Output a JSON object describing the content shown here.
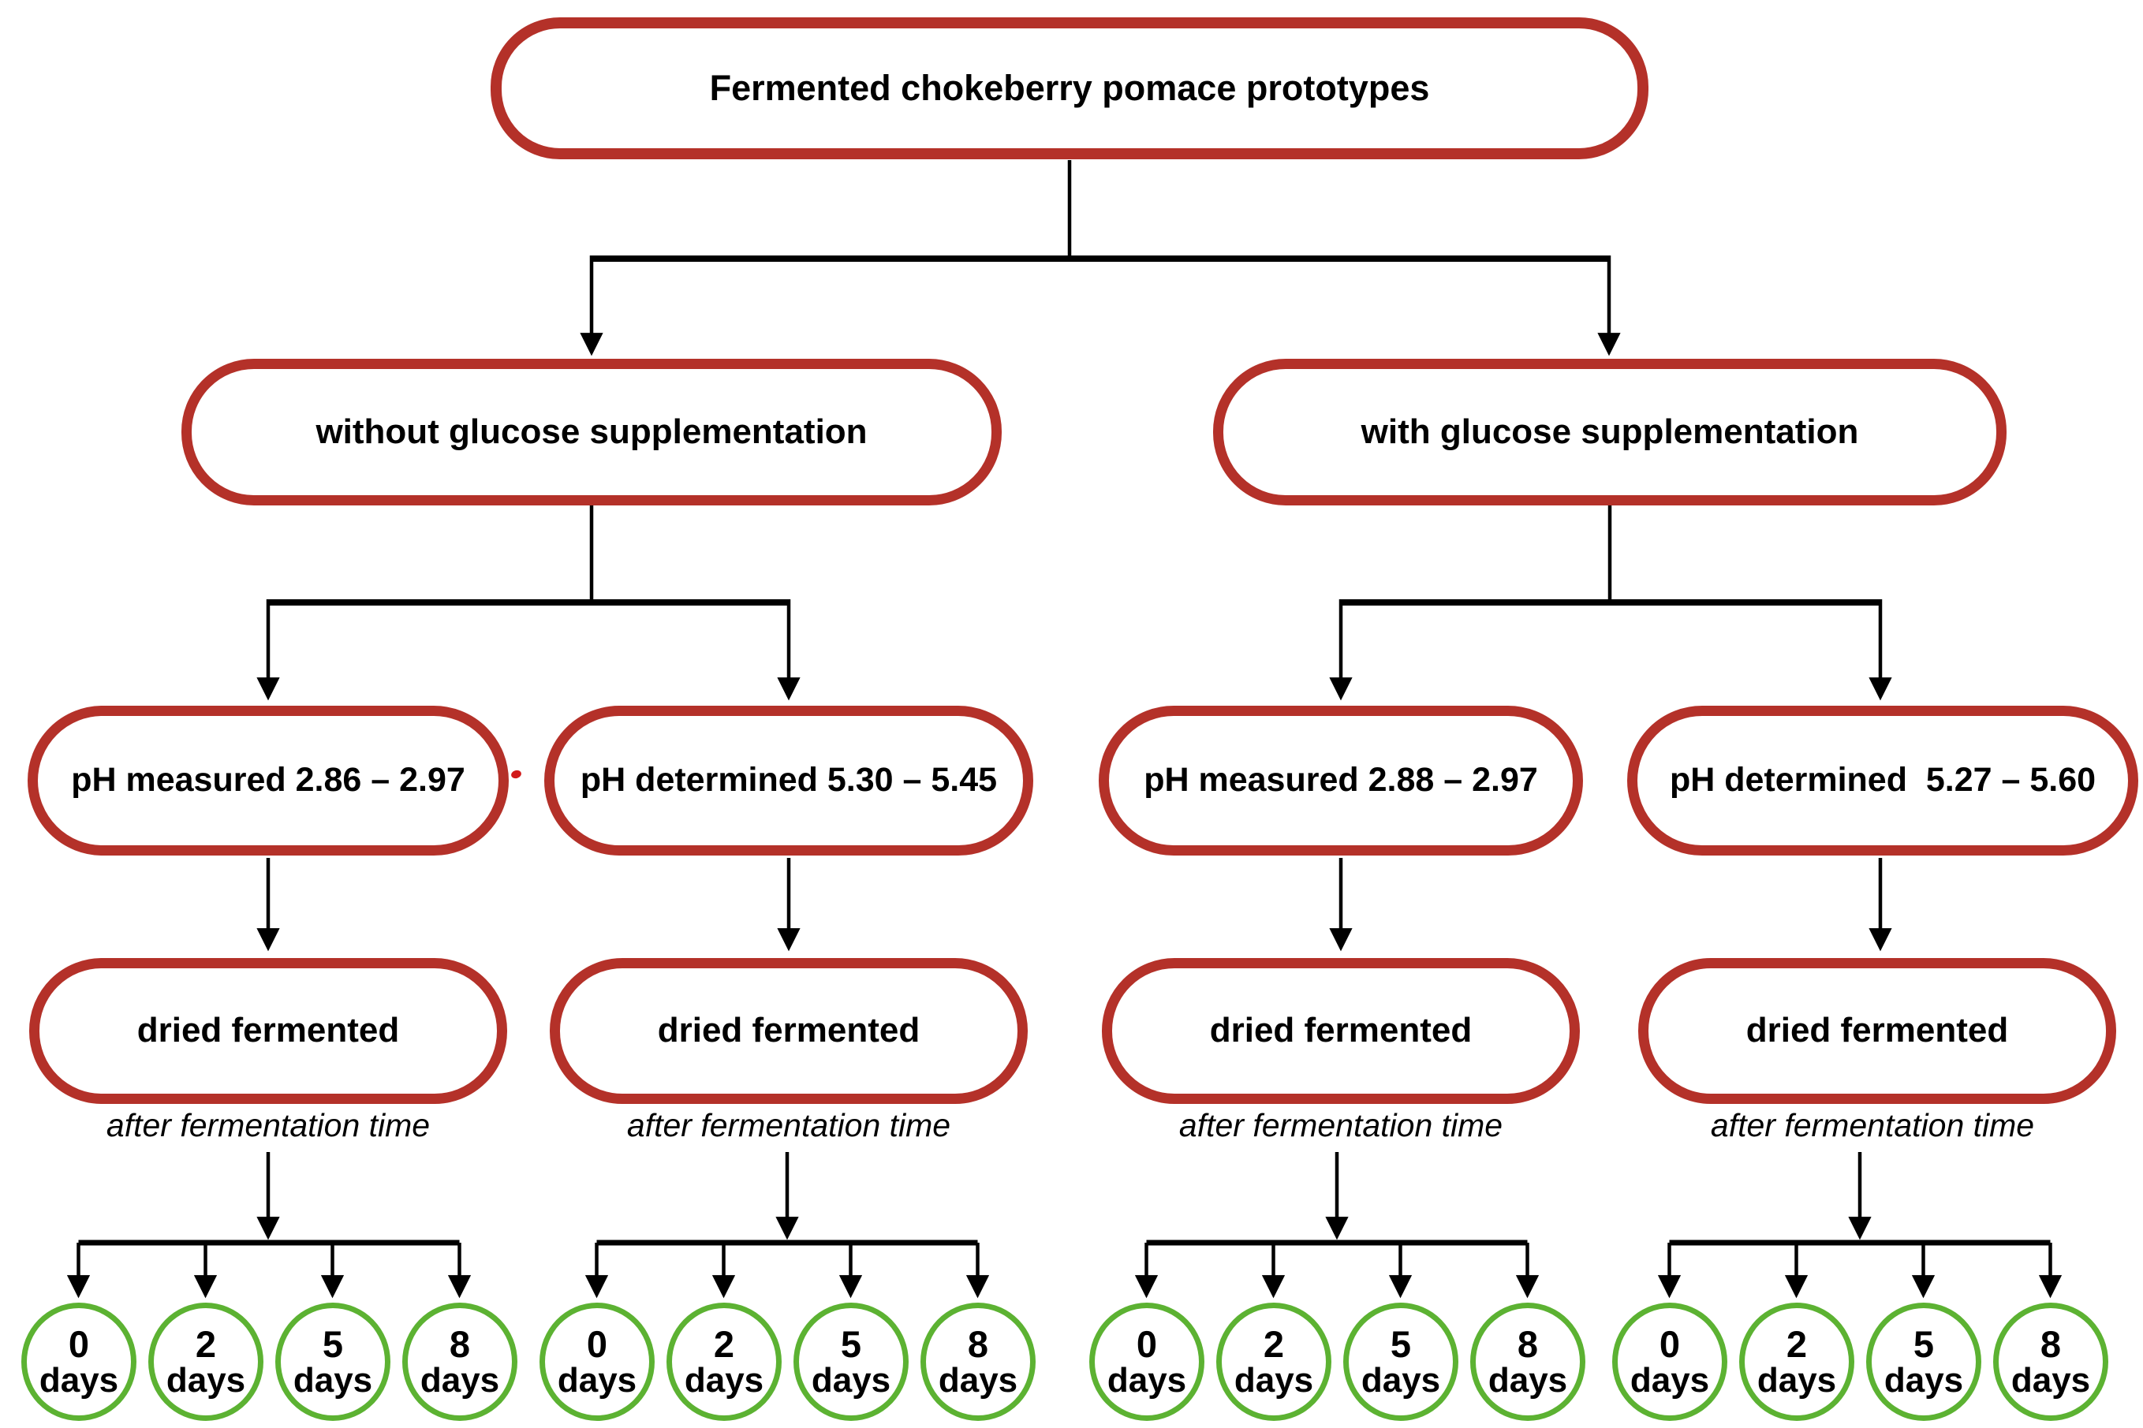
{
  "title": "Fermented chokeberry pomace prototypes",
  "colors": {
    "node_border": "#b43129",
    "circle_border": "#5cb232",
    "connector": "#000000",
    "text": "#000000"
  },
  "branches": [
    {
      "label": "without glucose supplementation",
      "children": [
        {
          "ph": "pH measured 2.86 – 2.97",
          "dried": "dried fermented",
          "note": "after fermentation time",
          "days": [
            {
              "value": "0",
              "unit": "days"
            },
            {
              "value": "2",
              "unit": "days"
            },
            {
              "value": "5",
              "unit": "days"
            },
            {
              "value": "8",
              "unit": "days"
            }
          ]
        },
        {
          "ph": "pH determined 5.30 – 5.45",
          "dried": "dried fermented",
          "note": "after fermentation time",
          "days": [
            {
              "value": "0",
              "unit": "days"
            },
            {
              "value": "2",
              "unit": "days"
            },
            {
              "value": "5",
              "unit": "days"
            },
            {
              "value": "8",
              "unit": "days"
            }
          ]
        }
      ]
    },
    {
      "label": "with glucose supplementation",
      "children": [
        {
          "ph": "pH measured 2.88 – 2.97",
          "dried": "dried fermented",
          "note": "after fermentation time",
          "days": [
            {
              "value": "0",
              "unit": "days"
            },
            {
              "value": "2",
              "unit": "days"
            },
            {
              "value": "5",
              "unit": "days"
            },
            {
              "value": "8",
              "unit": "days"
            }
          ]
        },
        {
          "ph": "pH determined  5.27 – 5.60",
          "dried": "dried fermented",
          "note": "after fermentation time",
          "days": [
            {
              "value": "0",
              "unit": "days"
            },
            {
              "value": "2",
              "unit": "days"
            },
            {
              "value": "5",
              "unit": "days"
            },
            {
              "value": "8",
              "unit": "days"
            }
          ]
        }
      ]
    }
  ]
}
